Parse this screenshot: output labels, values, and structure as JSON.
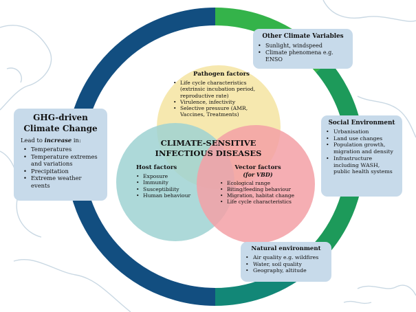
{
  "colors": {
    "ring_dark": "#124e80",
    "ring_green": "#34b34a",
    "ring_mid_green": "#1d9a5a",
    "ring_teal": "#128777",
    "pathogen": "#f5e6a8",
    "host": "#9fd2d2",
    "vector": "#f3a0a6",
    "box_fill": "#c7daea",
    "map_line": "#c9d8e3"
  },
  "ghg": {
    "title_line1": "GHG-driven",
    "title_line2": "Climate Change",
    "lead_prefix": "Lead to ",
    "lead_emph": "increase",
    "lead_suffix": " in:",
    "items": [
      "Temperatures",
      "Temperature extremes and variations",
      "Precipitation",
      "Extreme weather events"
    ]
  },
  "other_climate": {
    "title": "Other Climate Variables",
    "items": [
      "Sunlight, windspeed",
      "Climate phenomena e.g. ENSO"
    ]
  },
  "social": {
    "title": "Social Environment",
    "items": [
      "Urbanisation",
      "Land use changes",
      "Population growth, migration and density",
      "Infrastructure including WASH, public health systems"
    ]
  },
  "natural": {
    "title": "Natural environment",
    "items": [
      "Air quality e.g. wildfires",
      "Water, soil quality",
      "Geography, altitude"
    ]
  },
  "pathogen": {
    "title": "Pathogen factors",
    "items": [
      "Life cycle characteristics (extrinsic incubation period, reproductive rate)",
      "Virulence, infectivity",
      "Selective pressure (AMR, Vaccines, Treatments)"
    ]
  },
  "host": {
    "title": "Host factors",
    "items": [
      "Exposure",
      "Immunity",
      "Susceptibility",
      "Human behaviour"
    ]
  },
  "vector": {
    "title": "Vector factors",
    "subtitle": "(for VBD)",
    "items": [
      "Ecological range",
      "Biting/feeding behaviour",
      "Migration, habitat change",
      "Life cycle characteristics"
    ]
  },
  "center": {
    "line1": "CLIMATE-SENSITIVE",
    "line2": "INFECTIOUS DISEASES"
  }
}
